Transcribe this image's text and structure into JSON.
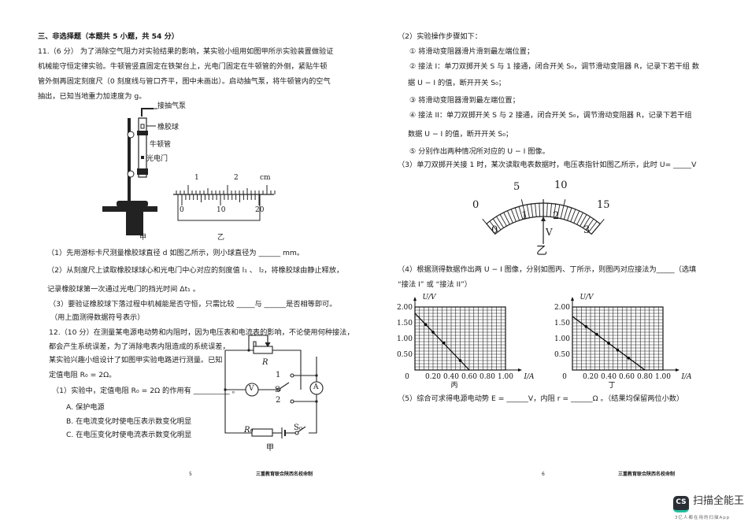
{
  "left_page": {
    "section_header": "三、非选择题（本题共 5 小题，共 54 分）",
    "q11": {
      "lines": [
        "11.（6 分） 为了消除空气阻力对实验结果的影响，某实验小组用如图甲所示实验装置做验证",
        "机械能守恒定律实验。牛顿管竖直固定在铁架台上，光电门固定在牛顿管的外侧，紧贴牛顿",
        "管外侧再固定刻度尺（0 刻度线与管口齐平，图中未画出）。启动抽气泵，将牛顿管内的空气",
        "抽出，已知当地重力加速度为 g。"
      ],
      "figure_labels": {
        "pump": "接抽气泵",
        "ball": "橡胶球",
        "tube": "牛顿管",
        "gate": "光电门",
        "fig_a": "甲",
        "fig_b": "乙"
      },
      "caliper": {
        "main_ticks": [
          "1",
          "2"
        ],
        "unit": "cm",
        "vernier_ticks": [
          "0",
          "10",
          "20"
        ]
      },
      "sub1": "（1）先用游标卡尺测量橡胶球直径 d 如图乙所示，则小球直径为 ______ mm。",
      "sub2_a": "（2）从刻度尺上读取橡胶球球心和光电门中心对应的刻度值 l₁ 、 l₂，将橡胶球由静止释放，",
      "sub2_b": "记录橡胶球第一次通过光电门的挡光时间 Δt₁ 。",
      "sub3_a": "（3）要验证橡胶球下落过程中机械能是否守恒，只需比较 _____与 ______是否相等即可。",
      "sub3_b": "（用上面测得数据符号表示）"
    },
    "q12": {
      "lines": [
        "12.（10 分）在测量某电源电动势和内阻时，因为电压表和电流表的影响，不论使用何种接法，",
        "都会产生系统误差，为了消除电表内阻造成的系统误差，",
        "某实验兴趣小组设计了如图甲实验电路进行测量。已知",
        "定值电阻 R₀ = 2Ω。"
      ],
      "sub1": "（1）实验中，定值电阻 R₀ = 2Ω 的作用有 __________ 。",
      "options": [
        "A. 保护电源",
        "B. 在电流变化时使电压表示数变化明显",
        "C. 在电压变化时使电流表示数变化明显"
      ],
      "circuit_labels": {
        "R": "R",
        "V": "V",
        "A": "A",
        "S": "S",
        "pos1": "1",
        "pos2": "2",
        "R0": "R₀",
        "S0": "S₀",
        "fig": "甲"
      }
    },
    "page_number": "5",
    "footer": "三重教育联合陕西名校命制"
  },
  "right_page": {
    "sub2_title": "（2）实验操作步骤如下：",
    "steps": [
      "① 将滑动变阻器滑片滑到最左端位置；",
      "② 接法 I：单刀双掷开关 S 与 1 接通，闭合开关 S₀，调节滑动变阻器 R，记录下若干组 数",
      "据 U − I 的值，断开开关 S₀；",
      "③ 将滑动变阻器滑到最左端位置；",
      "④ 接法 II：单刀双掷开关 S 与 2 接通，闭合开关 S₀，调节滑动变阻器 R，记录下若干组",
      "数据 U − I 的值，断开开关 S₀；",
      "⑤ 分别作出两种情况所对应的 U − I 图像。"
    ],
    "sub3": "（3）单刀双掷开关接 1 时，某次读取电表数据时，电压表指针如图乙所示，此时 U= _____V",
    "meter": {
      "outer_scale": [
        "0",
        "5",
        "10",
        "15"
      ],
      "inner_scale": [
        "0",
        "1",
        "2",
        "3"
      ],
      "unit": "V",
      "fig": "乙",
      "needle_value_3V_scale": 1.5
    },
    "sub4_a": "（4）根据测得数据作出两 U − I 图像，分别如图丙、丁所示，则图丙对应接法为_____（选填",
    "sub4_b": "“接法 I” 或 “接法 II”）",
    "sub5": "（5）综合可求得电源电动势 E = ______V，内阻 r = ______Ω 。（结果均保留两位小数）",
    "page_number": "6",
    "footer": "三重教育联合陕西名校命制"
  },
  "chart_data": [
    {
      "type": "line",
      "title": "丙",
      "xlabel": "I/A",
      "ylabel": "U/V",
      "xlim": [
        0,
        1.0
      ],
      "ylim": [
        0,
        2.0
      ],
      "xticks": [
        "0",
        "0.20",
        "0.40",
        "0.60",
        "0.80",
        "1.00"
      ],
      "yticks": [
        "0.50",
        "1.00",
        "1.50",
        "2.00"
      ],
      "grid": true,
      "line": {
        "x": [
          0,
          0.6
        ],
        "y": [
          1.8,
          0
        ]
      },
      "points": {
        "x": [
          0.12,
          0.2,
          0.32,
          0.5
        ],
        "y": [
          1.44,
          1.2,
          0.86,
          0.3
        ]
      }
    },
    {
      "type": "line",
      "title": "丁",
      "xlabel": "I/A",
      "ylabel": "U/V",
      "xlim": [
        0,
        1.0
      ],
      "ylim": [
        0,
        2.0
      ],
      "xticks": [
        "0",
        "0.20",
        "0.40",
        "0.60",
        "0.80",
        "1.00"
      ],
      "yticks": [
        "0.50",
        "1.00",
        "1.50",
        "2.00"
      ],
      "grid": true,
      "line": {
        "x": [
          0,
          0.8
        ],
        "y": [
          1.7,
          0
        ]
      },
      "points": {
        "x": [
          0.15,
          0.27,
          0.4,
          0.5,
          0.62
        ],
        "y": [
          1.38,
          1.13,
          0.85,
          0.63,
          0.38
        ]
      }
    }
  ],
  "watermark": {
    "logo_text": "CS",
    "brand": "扫描全能王",
    "tagline": "3亿人都在用的扫描App"
  }
}
